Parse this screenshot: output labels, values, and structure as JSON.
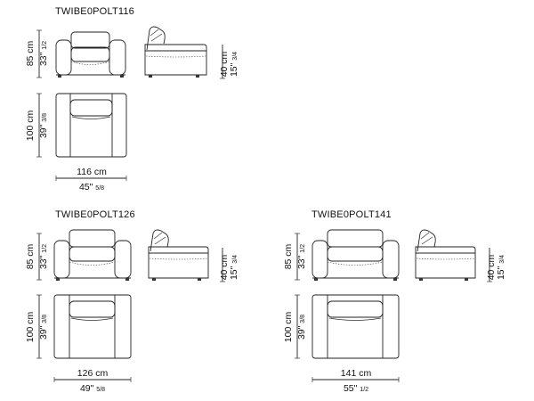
{
  "models": [
    {
      "code": "TWIBE0POLT116",
      "height_cm": "85 cm",
      "height_in": "33\"",
      "height_in_frac": "1/2",
      "seat_cm": "40 cm",
      "seat_in": "15\"",
      "seat_in_frac": "3/4",
      "depth_cm": "100 cm",
      "depth_in": "39\"",
      "depth_in_frac": "3/8",
      "width_cm": "116 cm",
      "width_in": "45\"",
      "width_in_frac": "5/8"
    },
    {
      "code": "TWIBE0POLT126",
      "height_cm": "85 cm",
      "height_in": "33\"",
      "height_in_frac": "1/2",
      "seat_cm": "40 cm",
      "seat_in": "15\"",
      "seat_in_frac": "3/4",
      "depth_cm": "100 cm",
      "depth_in": "39\"",
      "depth_in_frac": "3/8",
      "width_cm": "126 cm",
      "width_in": "49\"",
      "width_in_frac": "5/8"
    },
    {
      "code": "TWIBE0POLT141",
      "height_cm": "85 cm",
      "height_in": "33\"",
      "height_in_frac": "1/2",
      "seat_cm": "40 cm",
      "seat_in": "15\"",
      "seat_in_frac": "3/4",
      "depth_cm": "100 cm",
      "depth_in": "39\"",
      "depth_in_frac": "3/8",
      "width_cm": "141 cm",
      "width_in": "55\"",
      "width_in_frac": "1/2"
    }
  ]
}
